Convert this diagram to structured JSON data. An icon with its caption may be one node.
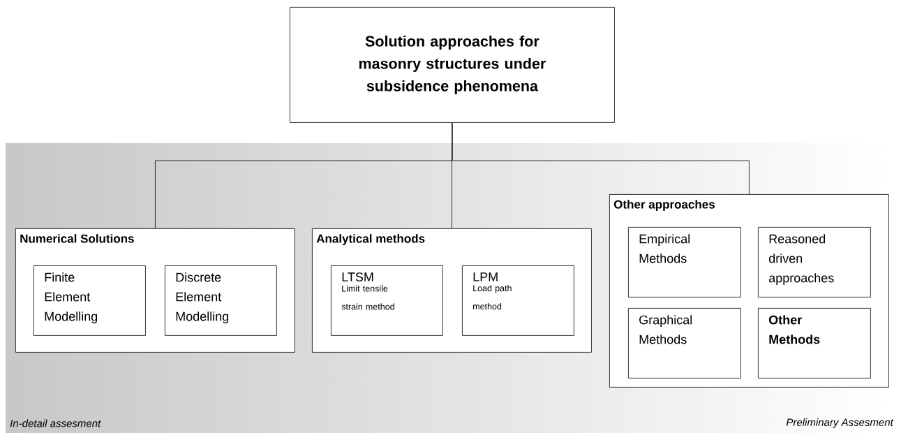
{
  "diagram": {
    "nodes": [
      {
        "text": [
          "Solution approaches for masonry structures under subsidence phenomena"
        ]
      },
      {
        "text": [
          "Numerical Solutions"
        ]
      },
      {
        "text": [
          "Finite Element Modelling"
        ],
        "in": 1
      },
      {
        "text": [
          "Discrete Element Modelling"
        ],
        "in": 1
      },
      {
        "text": [
          "Analytical methods"
        ]
      },
      {
        "text": [
          "LTSM",
          "Limit tensile strain method"
        ],
        "in": 4
      },
      {
        "text": [
          "LPM",
          "Load path method"
        ],
        "in": 4
      },
      {
        "text": [
          "Other approaches"
        ]
      },
      {
        "text": [
          "Empirical Methods"
        ],
        "in": 7
      },
      {
        "text": [
          "Reasoned driven approaches"
        ],
        "in": 7
      },
      {
        "text": [
          "Graphical Methods"
        ],
        "in": 7
      },
      {
        "text": [
          "Other Methods"
        ],
        "in": 7
      }
    ],
    "edges": [
      {
        "from": 0,
        "to": 1,
        "arrow": "none"
      },
      {
        "from": 0,
        "to": 4,
        "arrow": "none"
      },
      {
        "from": 0,
        "to": 7,
        "arrow": "none"
      }
    ],
    "labels": [
      "In-detail assesment",
      "Preliminary Assesment"
    ]
  }
}
